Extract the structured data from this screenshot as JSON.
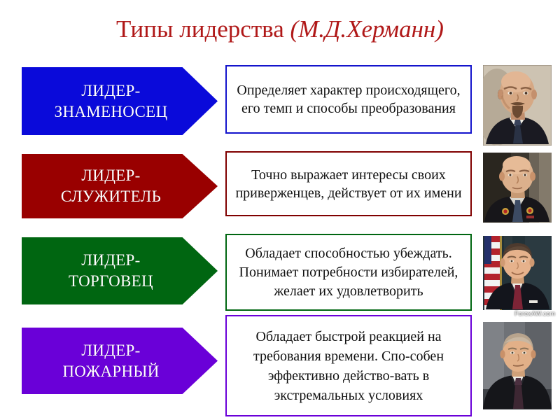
{
  "slide": {
    "title_plain": "Типы лидерства ",
    "title_italic": "(М.Д.Херманн)",
    "title_color": "#B01818",
    "background": "#FFFFFF"
  },
  "rows": [
    {
      "arrow_label_line1": "ЛИДЕР-",
      "arrow_label_line2": "ЗНАМЕНОСЕЦ",
      "arrow_color": "#0A0ADA",
      "description": "Определяет характер происходящего, его темп и способы преобразования",
      "border_color": "#1414CC",
      "portrait_name": "lenin-portrait"
    },
    {
      "arrow_label_line1": "ЛИДЕР-",
      "arrow_label_line2": "СЛУЖИТЕЛЬ",
      "arrow_color": "#990000",
      "description": "Точно выражает интересы своих приверженцев, действует от их имени",
      "border_color": "#800000",
      "portrait_name": "khrushchev-portrait"
    },
    {
      "arrow_label_line1": "ЛИДЕР-",
      "arrow_label_line2": "ТОРГОВЕЦ",
      "arrow_color": "#006611",
      "description": "Обладает способностью убеждать. Понимает потребности избирателей, желает их удовлетворить",
      "border_color": "#006611",
      "portrait_name": "reagan-portrait"
    },
    {
      "arrow_label_line1": "ЛИДЕР-",
      "arrow_label_line2": "ПОЖАРНЫЙ",
      "arrow_color": "#6A00D8",
      "description": "Обладает быстрой реакцией на требования времени. Спо-собен эффективно действо-вать в экстремальных условиях",
      "border_color": "#6A00D8",
      "portrait_name": "putin-portrait"
    }
  ],
  "watermark": {
    "text": "ForexAW.com"
  }
}
